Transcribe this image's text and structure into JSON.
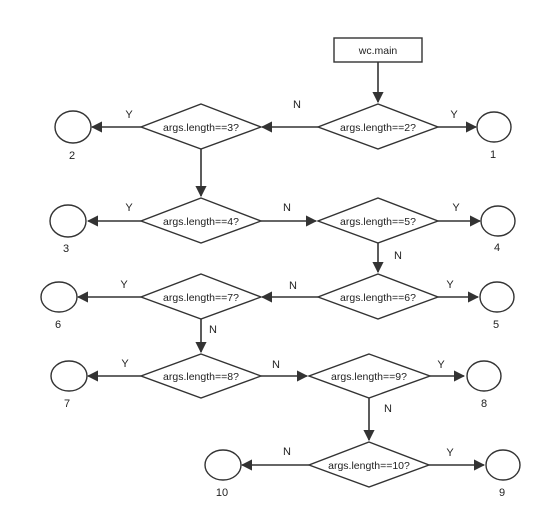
{
  "diagram": {
    "start": {
      "id": "start",
      "label": "wc.main"
    },
    "decisions": [
      {
        "id": "d2",
        "label": "args.length==2?"
      },
      {
        "id": "d3",
        "label": "args.length==3?"
      },
      {
        "id": "d4",
        "label": "args.length==4?"
      },
      {
        "id": "d5",
        "label": "args.length==5?"
      },
      {
        "id": "d6",
        "label": "args.length==6?"
      },
      {
        "id": "d7",
        "label": "args.length==7?"
      },
      {
        "id": "d8",
        "label": "args.length==8?"
      },
      {
        "id": "d9",
        "label": "args.length==9?"
      },
      {
        "id": "d10",
        "label": "args.length==10?"
      }
    ],
    "terminals": [
      {
        "id": "t1",
        "label": "1"
      },
      {
        "id": "t2",
        "label": "2"
      },
      {
        "id": "t3",
        "label": "3"
      },
      {
        "id": "t4",
        "label": "4"
      },
      {
        "id": "t5a",
        "label": "5"
      },
      {
        "id": "t6",
        "label": "6"
      },
      {
        "id": "t7",
        "label": "7"
      },
      {
        "id": "t8",
        "label": "8"
      },
      {
        "id": "t9",
        "label": "9"
      },
      {
        "id": "t10",
        "label": "10"
      }
    ],
    "edges": [
      {
        "id": "e-start-d2",
        "label": ""
      },
      {
        "id": "e-d2-t1",
        "label": "Y"
      },
      {
        "id": "e-d2-d3",
        "label": "N"
      },
      {
        "id": "e-d3-t2",
        "label": "Y"
      },
      {
        "id": "e-d3-d4",
        "label": ""
      },
      {
        "id": "e-d4-t3",
        "label": "Y"
      },
      {
        "id": "e-d4-d5",
        "label": "N"
      },
      {
        "id": "e-d5-t4",
        "label": "Y"
      },
      {
        "id": "e-d5-d6",
        "label": "N"
      },
      {
        "id": "e-d6-t5",
        "label": "Y"
      },
      {
        "id": "e-d6-d7",
        "label": "N"
      },
      {
        "id": "e-d7-t6",
        "label": "Y"
      },
      {
        "id": "e-d7-d8",
        "label": "N"
      },
      {
        "id": "e-d8-t7",
        "label": "Y"
      },
      {
        "id": "e-d8-d9",
        "label": "N"
      },
      {
        "id": "e-d9-t8",
        "label": "Y"
      },
      {
        "id": "e-d9-d10",
        "label": "N"
      },
      {
        "id": "e-d10-t9",
        "label": "Y"
      },
      {
        "id": "e-d10-t10",
        "label": "N"
      }
    ]
  }
}
